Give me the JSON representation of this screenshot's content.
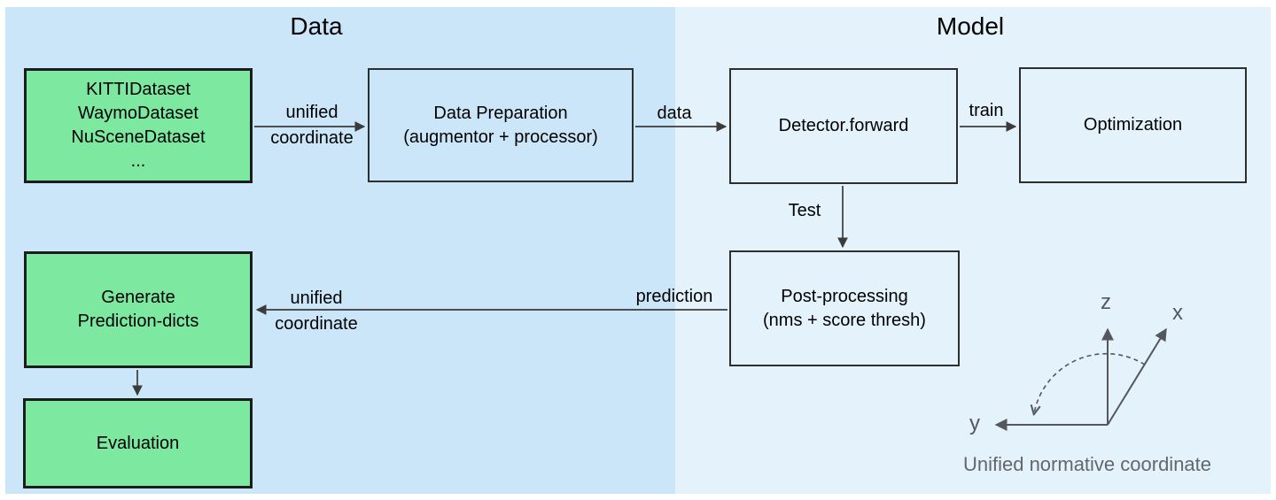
{
  "titles": {
    "data_section": "Data",
    "model_section": "Model"
  },
  "boxes": {
    "datasets": {
      "lines": [
        "KITTIDataset",
        "WaymoDataset",
        "NuSceneDataset",
        "..."
      ]
    },
    "data_preparation": {
      "lines": [
        "Data Preparation",
        "(augmentor + processor)"
      ]
    },
    "detector": {
      "label": "Detector.forward"
    },
    "optimization": {
      "label": "Optimization"
    },
    "post_processing": {
      "lines": [
        "Post-processing",
        "(nms + score thresh)"
      ]
    },
    "generate_prediction": {
      "lines": [
        "Generate",
        "Prediction-dicts"
      ]
    },
    "evaluation": {
      "label": "Evaluation"
    }
  },
  "edges": {
    "datasets_to_prep": {
      "label_line1": "unified",
      "label_line2": "coordinate"
    },
    "prep_to_detector": {
      "label": "data"
    },
    "detector_to_optimization": {
      "label": "train"
    },
    "detector_to_postprocessing": {
      "label": "Test"
    },
    "postprocessing_to_generate": {
      "label_prediction": "prediction",
      "label_line1": "unified",
      "label_line2": "coordinate"
    }
  },
  "coordinate_diagram": {
    "axis_z": "z",
    "axis_x": "x",
    "axis_y": "y",
    "caption": "Unified normative coordinate"
  },
  "colors": {
    "panel_left_blue": "#cbe6f8",
    "panel_right_blue": "#e4f2fc",
    "dataset_green": "#7ce8a0",
    "box_border": "#2e2e2e",
    "green_box_border": "#1c1c1c",
    "arrow": "#3b3b3b",
    "axes_gray": "#54575c",
    "caption_gray": "#63666b"
  }
}
